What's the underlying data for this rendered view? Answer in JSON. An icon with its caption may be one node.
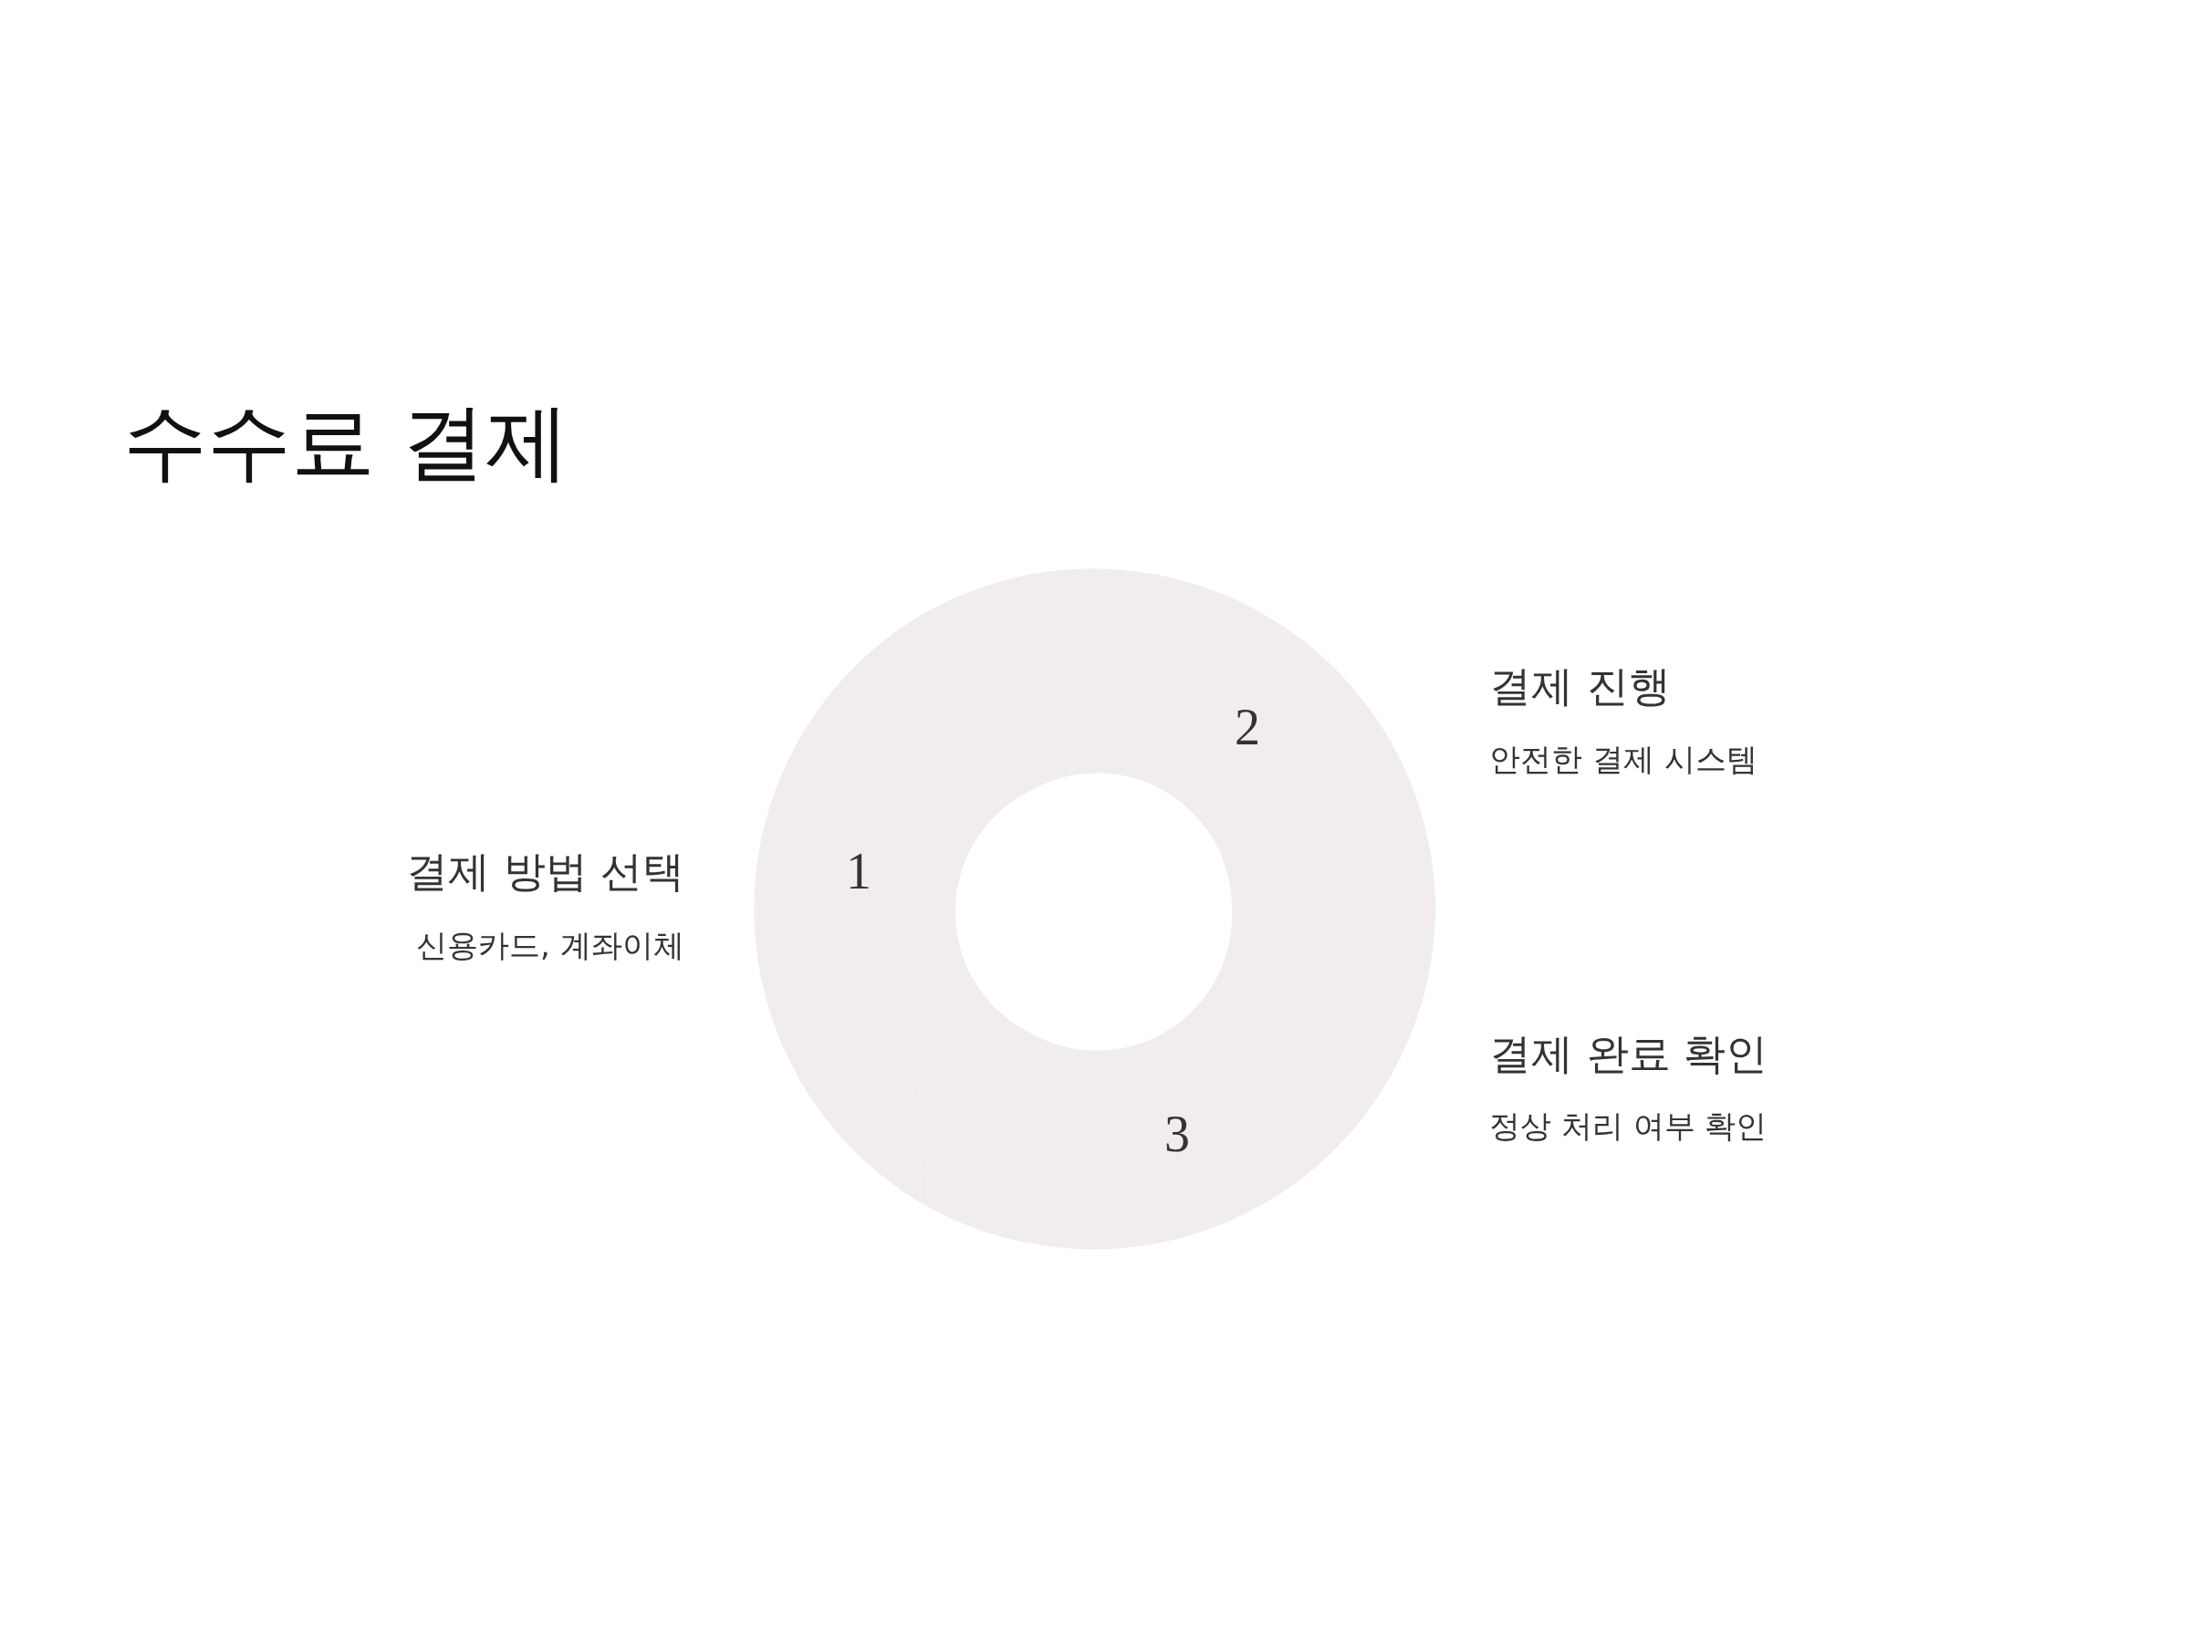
{
  "diagram": {
    "title": "수수료 결제",
    "nodes": [
      {
        "text": [
          "1"
        ],
        "beside": [
          "결제 방법 선택",
          "신용카드, 계좌이체"
        ]
      },
      {
        "text": [
          "2"
        ],
        "beside": [
          "결제 진행",
          "안전한 결제 시스템"
        ]
      },
      {
        "text": [
          "3"
        ],
        "beside": [
          "결제 완료 확인",
          "정상 처리 여부 확인"
        ]
      }
    ]
  }
}
